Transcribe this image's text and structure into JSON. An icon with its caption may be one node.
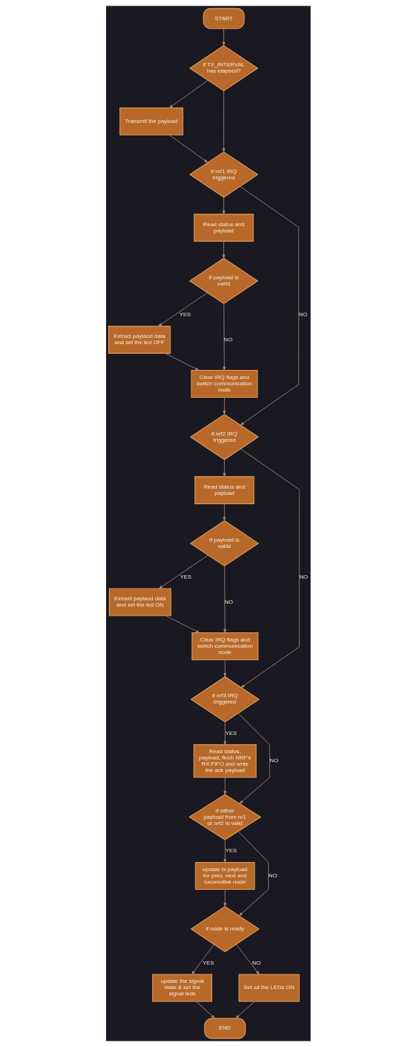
{
  "diagram": {
    "nodes": [
      {
        "text": [
          "START"
        ]
      },
      {
        "text": [
          "if TX_INTERVAL has elapsed?"
        ]
      },
      {
        "text": [
          "Transmit the payload"
        ]
      },
      {
        "text": [
          "if nrf1 IRQ triggered"
        ]
      },
      {
        "text": [
          "Read status and payload"
        ]
      },
      {
        "text": [
          "if payload is valild"
        ]
      },
      {
        "text": [
          "Extract paylaod data and set the led OFF"
        ]
      },
      {
        "text": [
          "Clear IRQ flags and switch communication node"
        ]
      },
      {
        "text": [
          "if nrf2 IRQ triggered"
        ]
      },
      {
        "text": [
          "Read status and payload"
        ]
      },
      {
        "text": [
          "if payload is valild"
        ]
      },
      {
        "text": [
          "Extract paylaod data and set the led ON"
        ]
      },
      {
        "text": [
          "Clear IRQ flags and switch communication node"
        ]
      },
      {
        "text": [
          "if nrf3 IRQ triggered"
        ]
      },
      {
        "text": [
          "Read status, payload, flush NRF's RX FIFO and write the ack payload"
        ]
      },
      {
        "text": [
          "if either payload from nr1 or nrf2 is valid"
        ]
      },
      {
        "text": [
          "update tx payload for prev, next and locomotive node"
        ]
      },
      {
        "text": [
          "if node is ready"
        ]
      },
      {
        "text": [
          "update the signal state & set the signal leds"
        ]
      },
      {
        "text": [
          "Set all the LEDs ON"
        ]
      },
      {
        "text": [
          "END"
        ]
      }
    ],
    "edges": [
      {
        "from": 0,
        "to": 1,
        "arrow": "to"
      },
      {
        "from": 1,
        "to": 2,
        "arrow": "to"
      },
      {
        "from": 2,
        "to": 3,
        "arrow": "to"
      },
      {
        "from": 1,
        "to": 3,
        "arrow": "to"
      },
      {
        "from": 3,
        "to": 4,
        "arrow": "to"
      },
      {
        "from": 4,
        "to": 5,
        "arrow": "to"
      },
      {
        "from": 5,
        "to": 6,
        "arrow": "to",
        "label": "YES"
      },
      {
        "from": 5,
        "to": 7,
        "arrow": "to",
        "label": "NO"
      },
      {
        "from": 6,
        "to": 7,
        "arrow": "to"
      },
      {
        "from": 3,
        "to": 8,
        "arrow": "to",
        "label": "NO"
      },
      {
        "from": 7,
        "to": 8,
        "arrow": "to"
      },
      {
        "from": 8,
        "to": 9,
        "arrow": "to"
      },
      {
        "from": 9,
        "to": 10,
        "arrow": "to"
      },
      {
        "from": 10,
        "to": 11,
        "arrow": "to",
        "label": "YES"
      },
      {
        "from": 10,
        "to": 12,
        "arrow": "to",
        "label": "NO"
      },
      {
        "from": 11,
        "to": 12,
        "arrow": "to"
      },
      {
        "from": 8,
        "to": 13,
        "arrow": "to",
        "label": "NO"
      },
      {
        "from": 12,
        "to": 13,
        "arrow": "to"
      },
      {
        "from": 13,
        "to": 14,
        "arrow": "to",
        "label": "YES"
      },
      {
        "from": 13,
        "to": 15,
        "arrow": "to",
        "label": "NO"
      },
      {
        "from": 14,
        "to": 15,
        "arrow": "to"
      },
      {
        "from": 15,
        "to": 16,
        "arrow": "to",
        "label": "YES"
      },
      {
        "from": 15,
        "to": 17,
        "arrow": "to",
        "label": "NO"
      },
      {
        "from": 16,
        "to": 17,
        "arrow": "to"
      },
      {
        "from": 17,
        "to": 18,
        "arrow": "to",
        "label": "YES"
      },
      {
        "from": 17,
        "to": 19,
        "arrow": "to",
        "label": "NO"
      },
      {
        "from": 18,
        "to": 20,
        "arrow": "to"
      },
      {
        "from": 19,
        "to": 20,
        "arrow": "to"
      }
    ]
  }
}
